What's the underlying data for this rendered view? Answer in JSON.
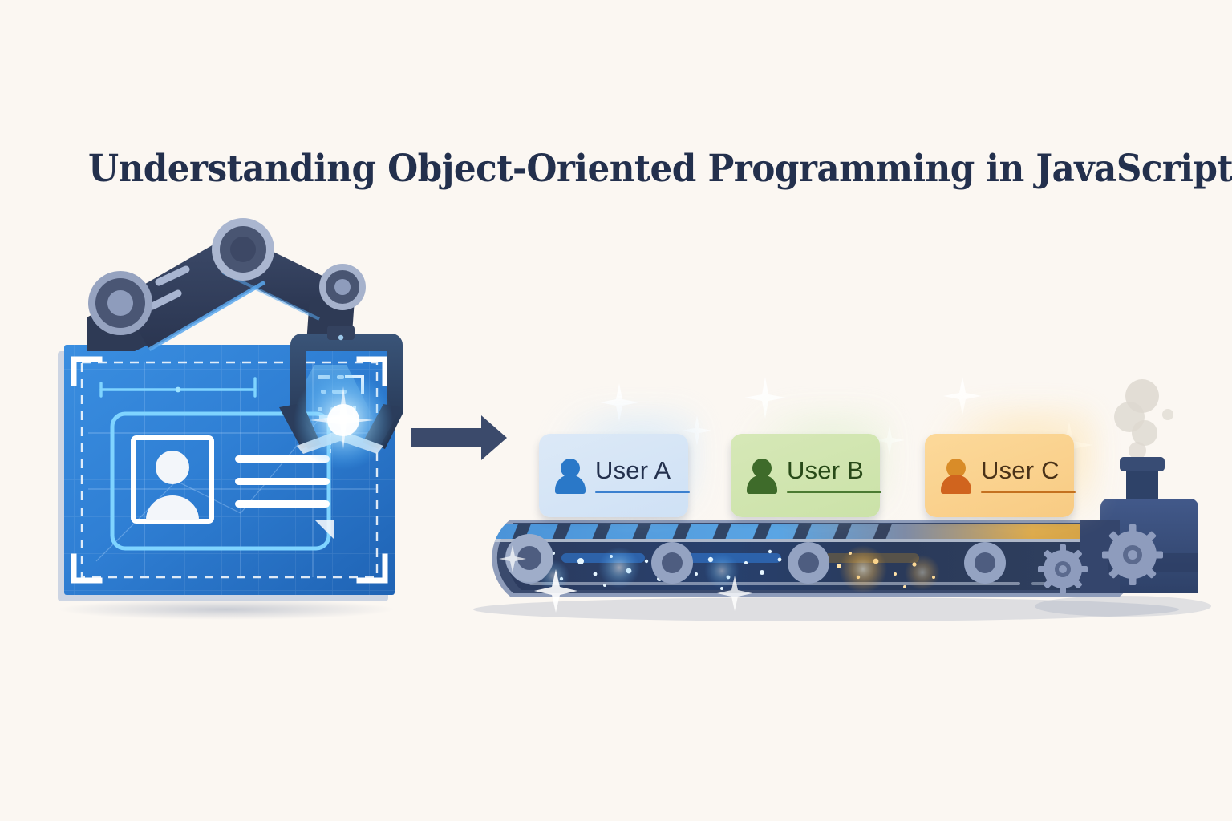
{
  "page": {
    "background_color": "#FBF7F2",
    "title": "Understanding Object-Oriented Programming in JavaScript",
    "title_color": "#23304d"
  },
  "blueprint": {
    "label": "class-blueprint-panel",
    "panel_color": "#2f7fd4",
    "accent_color": "#7fd4ff",
    "outline_color": "#ffffff"
  },
  "robot": {
    "label": "robotic-arm",
    "body_color": "#2e3a55",
    "joint_color": "#96a3c0",
    "glow_color": "#5ecbff"
  },
  "arrow": {
    "label": "process-arrow",
    "color": "#3b4a6b"
  },
  "cards": [
    {
      "name": "User A",
      "fill": "#dce9f7",
      "icon_color": "#2a78c8",
      "text_color": "#23304d",
      "rule_color": "#3b80cf"
    },
    {
      "name": "User B",
      "fill": "#d6e8b7",
      "icon_color": "#3e6b2a",
      "text_color": "#284a18",
      "rule_color": "#4b7a32"
    },
    {
      "name": "User C",
      "fill": "#fcd99a",
      "icon_color": "#d0641e",
      "text_color": "#4a3218",
      "rule_color": "#c4711f"
    }
  ],
  "conveyor": {
    "label": "conveyor-belt",
    "body_color": "#2b3a5c",
    "roller_color": "#94a3c2",
    "stripe_blue": "#4a93d8",
    "stripe_amber": "#dca94a",
    "sparkle_color": "#bfe4ff"
  },
  "machine": {
    "label": "machine-head",
    "body_color": "#3a517e",
    "gear_color": "#8e9cbd",
    "smoke_color": "#ddd8d0",
    "smokestack_color": "#2e4268"
  }
}
